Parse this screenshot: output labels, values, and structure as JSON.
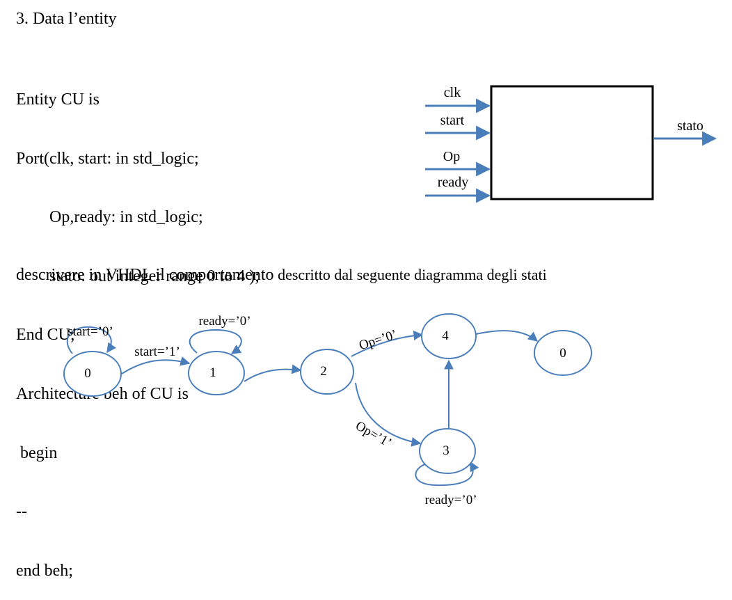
{
  "heading": "3. Data l’entity",
  "code_lines": [
    "Entity CU is",
    "Port(clk, start: in std_logic;",
    "        Op,ready: in std_logic;",
    "        stato: out integer range 0 to 4 );",
    "End CU;",
    "Architecture beh of CU is",
    " begin",
    "--",
    "end beh;"
  ],
  "instruction": {
    "main": "descrivere in VHDL il comportamento",
    "rest": " descritto dal seguente diagramma degli stati"
  },
  "entity_block": {
    "inputs": [
      "clk",
      "start",
      "Op",
      "ready"
    ],
    "output": "stato"
  },
  "state_diagram": {
    "states": [
      "0",
      "1",
      "2",
      "3",
      "4",
      "0"
    ],
    "transitions": [
      {
        "from": "0",
        "to": "0",
        "label": "start=’0’"
      },
      {
        "from": "0",
        "to": "1",
        "label": "start=’1’"
      },
      {
        "from": "1",
        "to": "1",
        "label": "ready=’0’"
      },
      {
        "from": "1",
        "to": "2",
        "label": ""
      },
      {
        "from": "2",
        "to": "4",
        "label": "Op=’0’"
      },
      {
        "from": "2",
        "to": "3",
        "label": "Op=’1’"
      },
      {
        "from": "3",
        "to": "3",
        "label": "ready=’0’"
      },
      {
        "from": "3",
        "to": "4",
        "label": ""
      },
      {
        "from": "4",
        "to": "0",
        "label": ""
      }
    ]
  },
  "colors": {
    "arrow": "#4a7ebb",
    "state_outline": "#4a7ebb",
    "text": "#000000"
  }
}
